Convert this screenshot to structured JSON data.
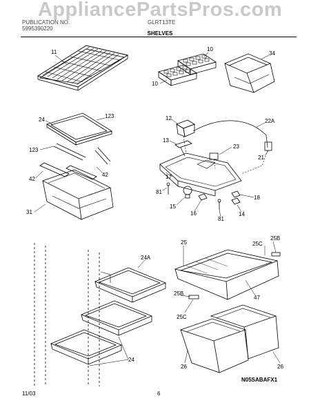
{
  "watermark": "AppliancePartsPros.com",
  "header": {
    "left_line1": "PUBLICATION NO.",
    "left_line2": "5995390220",
    "right_line1": "GLRT13TE"
  },
  "title": "SHELVES",
  "callouts": {
    "wire_shelf": "11",
    "ice_tray_top": "10",
    "ice_tray_left": "10",
    "ice_bucket": "34",
    "snack_pan_frame": "24",
    "snack_pan_cover": "123",
    "slide_left": "123",
    "rail_left": "42",
    "rail_right": "42",
    "snack_pan": "31",
    "light_cover": "12",
    "wire_harness": "22A",
    "bracket": "13",
    "switch": "23",
    "socket": "21",
    "control_housing": "17",
    "screw_81_left": "81",
    "lamp": "15",
    "knob_16": "16",
    "knob_18": "18",
    "knob_14": "14",
    "screw_81_bottom": "81",
    "shelf_assy": "24A",
    "shelf_lower": "24",
    "crisper_cover_frame": "25",
    "cover_bracket_top": "25B",
    "cover_bracket_label": "25C",
    "crisper_glass": "47",
    "cover_bracket_mid": "25B",
    "cover_bracket_mid_c": "25C",
    "crisper_left": "26",
    "crisper_right": "26"
  },
  "footer": {
    "date": "11/03",
    "page": "6",
    "code": "N05SABAFX1"
  }
}
